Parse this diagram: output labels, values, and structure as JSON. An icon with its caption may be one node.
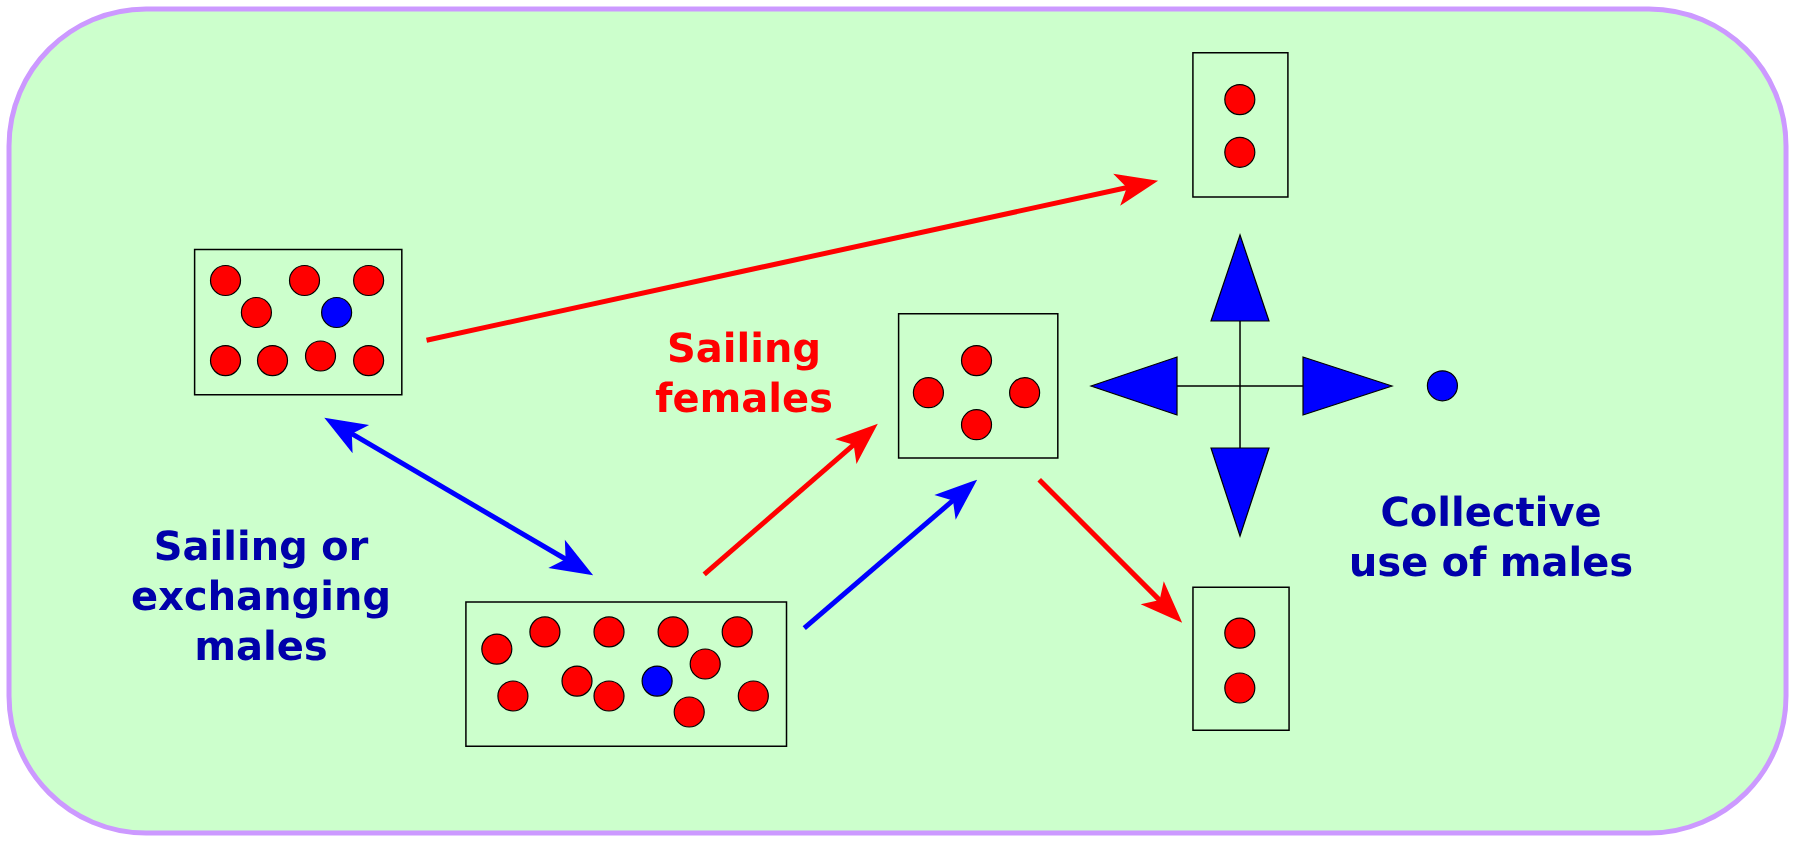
{
  "diagram": {
    "nodes": [
      {
        "text": [],
        "shape": "box"
      },
      {
        "text": [],
        "shape": "box"
      },
      {
        "text": [],
        "shape": "box"
      },
      {
        "text": [],
        "shape": "box"
      },
      {
        "text": [],
        "shape": "box"
      }
    ],
    "edges": [
      {
        "from": 0,
        "to": 3,
        "arrow": "to"
      },
      {
        "from": 0,
        "to": 1,
        "arrow": "both",
        "color": "#0000ff"
      },
      {
        "from": 1,
        "to": 2,
        "arrow": "to"
      },
      {
        "from": 1,
        "to": 2,
        "arrow": "to",
        "color": "#0000ff"
      },
      {
        "from": 2,
        "to": 4,
        "arrow": "to"
      }
    ],
    "labels": [
      "Sailing or exchanging males",
      "Sailing females",
      "Collective use of males"
    ]
  }
}
